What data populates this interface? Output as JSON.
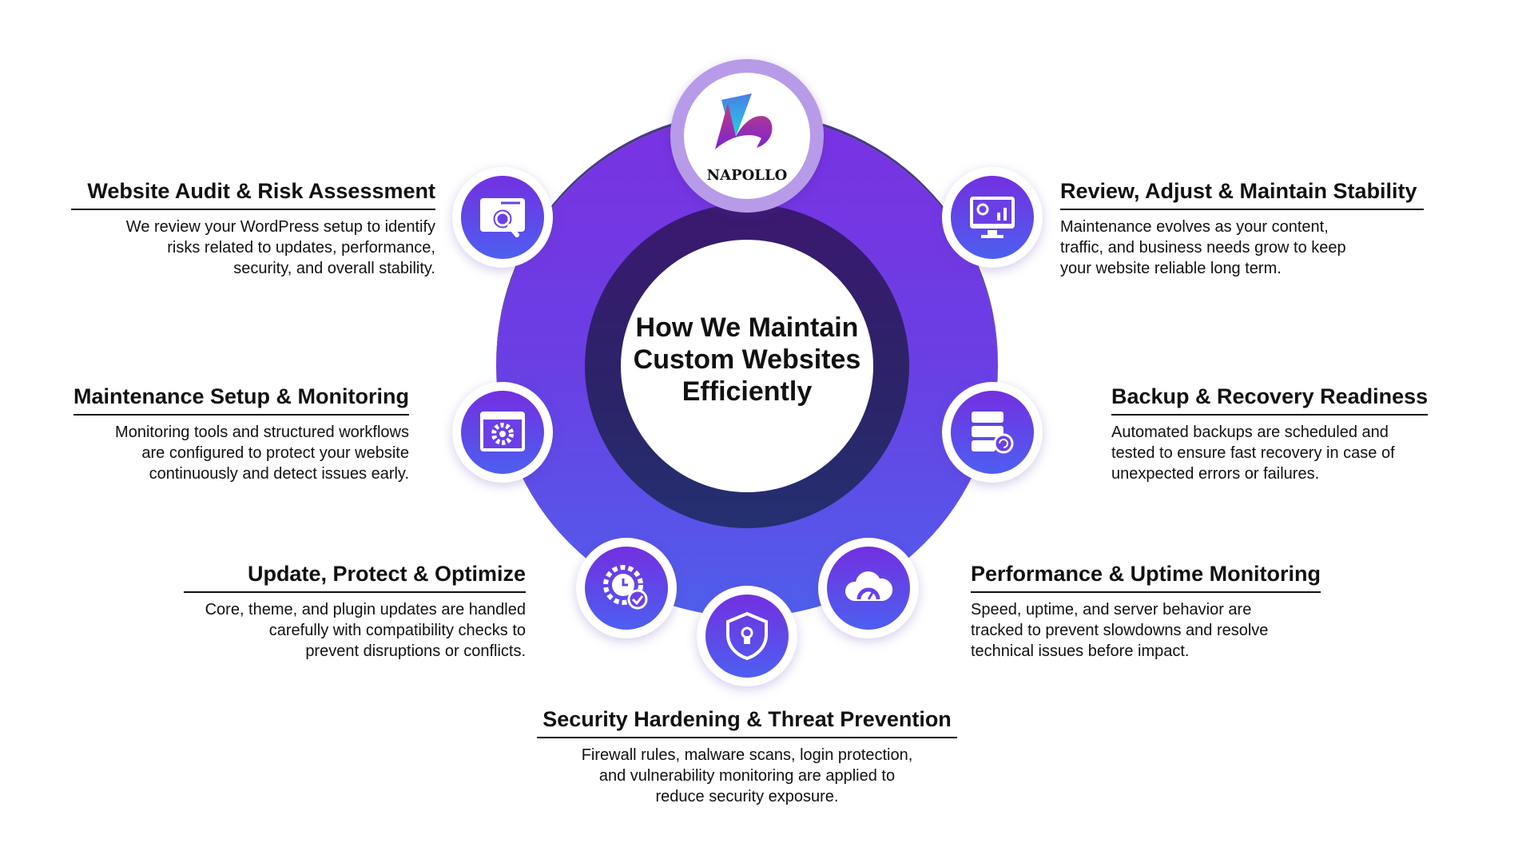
{
  "center": {
    "lines": [
      "How We Maintain",
      "Custom Websites",
      "Efficiently"
    ]
  },
  "logo": {
    "text": "NAPOLLO"
  },
  "colors": {
    "ring_top": "#7a32e2",
    "ring_bottom": "#4f5fec",
    "inner_ring": "#2b2468"
  },
  "steps": [
    {
      "title": "Website Audit & Risk Assessment",
      "icon": "browser-search-code-icon",
      "desc": [
        "We review your WordPress setup to identify",
        "risks related to updates, performance,",
        "security, and overall stability."
      ]
    },
    {
      "title": "Maintenance Setup & Monitoring",
      "icon": "browser-gear-icon",
      "desc": [
        "Monitoring tools and structured workflows",
        "are configured to protect your website",
        "continuously and detect issues early."
      ]
    },
    {
      "title": "Update, Protect & Optimize",
      "icon": "gear-clock-check-icon",
      "desc": [
        "Core, theme, and plugin updates are handled",
        "carefully with compatibility checks to",
        "prevent disruptions or conflicts."
      ]
    },
    {
      "title": "Security Hardening & Threat Prevention",
      "icon": "shield-lock-icon",
      "desc": [
        "Firewall rules, malware scans, login protection,",
        "and vulnerability monitoring are applied to",
        "reduce security exposure."
      ]
    },
    {
      "title": "Performance & Uptime Monitoring",
      "icon": "cloud-speedometer-icon",
      "desc": [
        "Speed, uptime, and server behavior are",
        "tracked to prevent slowdowns and resolve",
        "technical issues before impact."
      ]
    },
    {
      "title": "Backup & Recovery Readiness",
      "icon": "server-backup-icon",
      "desc": [
        "Automated backups are scheduled and",
        "tested to ensure fast recovery in case of",
        "unexpected errors or failures."
      ]
    },
    {
      "title": "Review, Adjust & Maintain Stability",
      "icon": "monitor-analytics-icon",
      "desc": [
        "Maintenance evolves as your content,",
        "traffic, and business needs grow to keep",
        "your website reliable long term."
      ]
    }
  ]
}
